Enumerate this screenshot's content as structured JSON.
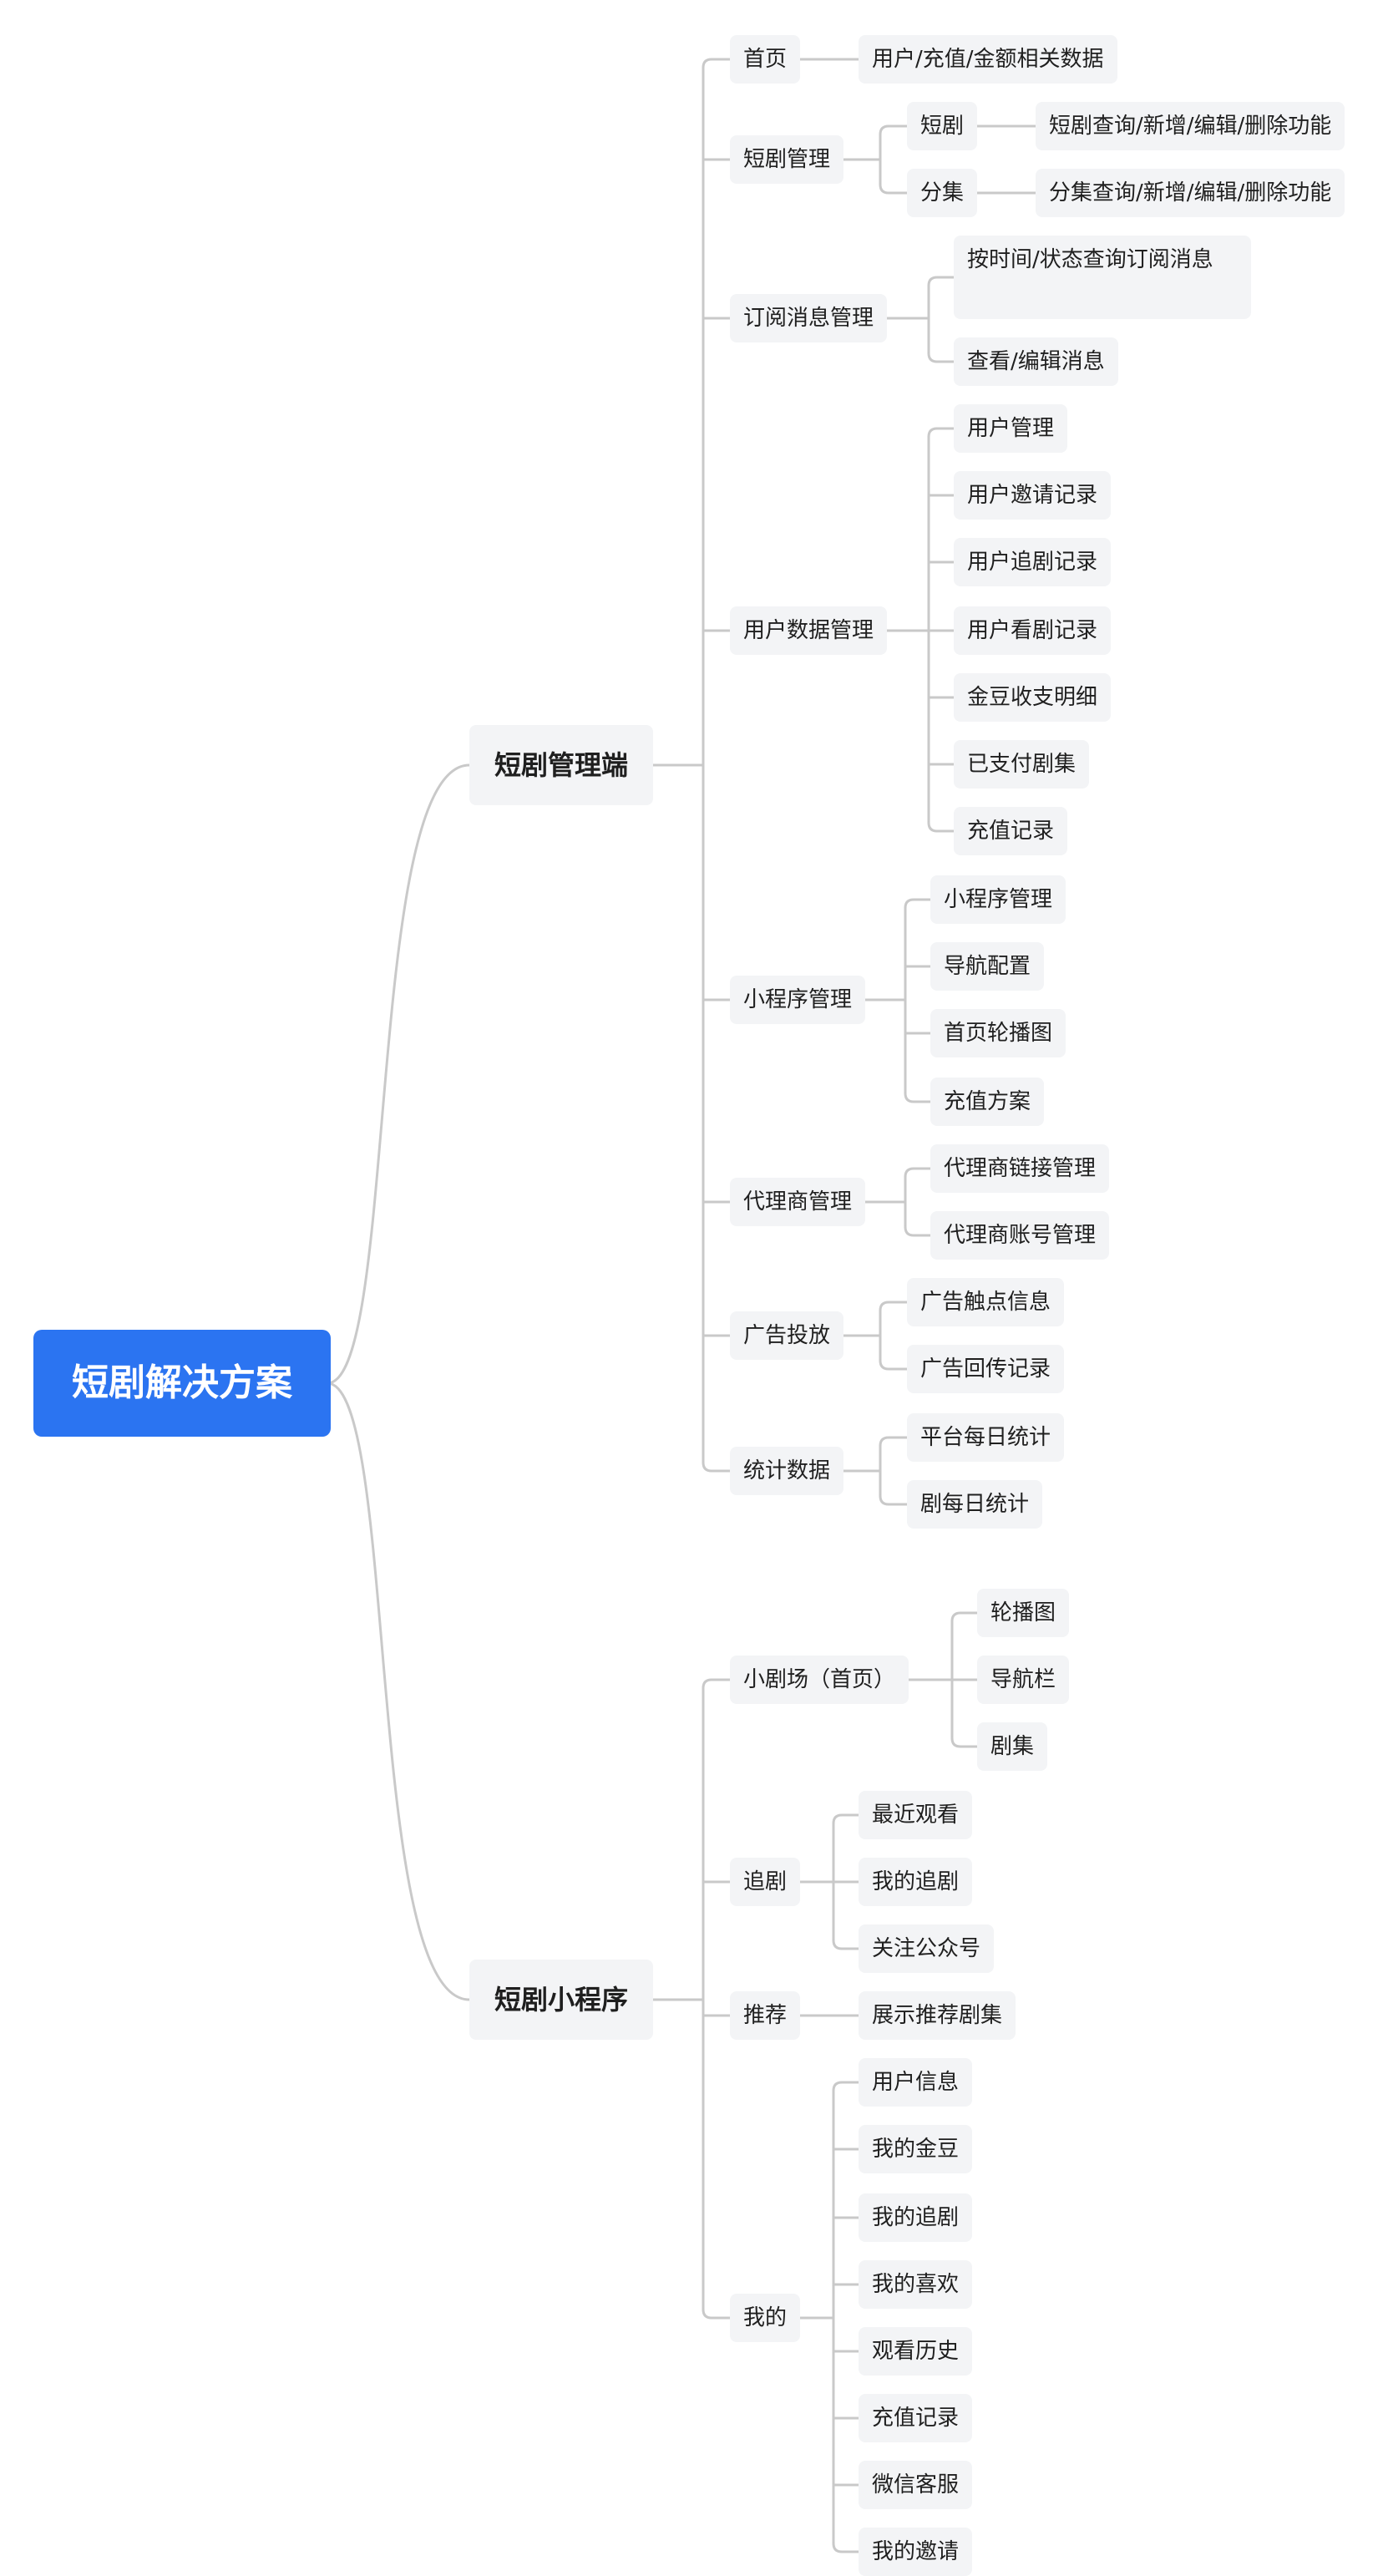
{
  "mindmap": {
    "root": "短剧解决方案",
    "branches": [
      {
        "label": "短剧管理端",
        "children": [
          {
            "label": "首页",
            "children": [
              "用户/充值/金额相关数据"
            ]
          },
          {
            "label": "短剧管理",
            "children": [
              {
                "label": "短剧",
                "children": [
                  "短剧查询/新增/编辑/删除功能"
                ]
              },
              {
                "label": "分集",
                "children": [
                  "分集查询/新增/编辑/删除功能"
                ]
              }
            ]
          },
          {
            "label": "订阅消息管理",
            "children": [
              "按时间/状态查询订阅消息",
              "查看/编辑消息"
            ]
          },
          {
            "label": "用户数据管理",
            "children": [
              "用户管理",
              "用户邀请记录",
              "用户追剧记录",
              "用户看剧记录",
              "金豆收支明细",
              "已支付剧集",
              "充值记录"
            ]
          },
          {
            "label": "小程序管理",
            "children": [
              "小程序管理",
              "导航配置",
              "首页轮播图",
              "充值方案"
            ]
          },
          {
            "label": "代理商管理",
            "children": [
              "代理商链接管理",
              "代理商账号管理"
            ]
          },
          {
            "label": "广告投放",
            "children": [
              "广告触点信息",
              "广告回传记录"
            ]
          },
          {
            "label": "统计数据",
            "children": [
              "平台每日统计",
              "剧每日统计"
            ]
          }
        ]
      },
      {
        "label": "短剧小程序",
        "children": [
          {
            "label": "小剧场（首页）",
            "children": [
              "轮播图",
              "导航栏",
              "剧集"
            ]
          },
          {
            "label": "追剧",
            "children": [
              "最近观看",
              "我的追剧",
              "关注公众号"
            ]
          },
          {
            "label": "推荐",
            "children": [
              "展示推荐剧集"
            ]
          },
          {
            "label": "我的",
            "children": [
              "用户信息",
              "我的金豆",
              "我的追剧",
              "我的喜欢",
              "观看历史",
              "充值记录",
              "微信客服",
              "我的邀请"
            ]
          }
        ]
      }
    ]
  },
  "colors": {
    "root_bg": "#2b74f1",
    "node_bg": "#f3f4f6",
    "connector": "#c9c9c9"
  }
}
